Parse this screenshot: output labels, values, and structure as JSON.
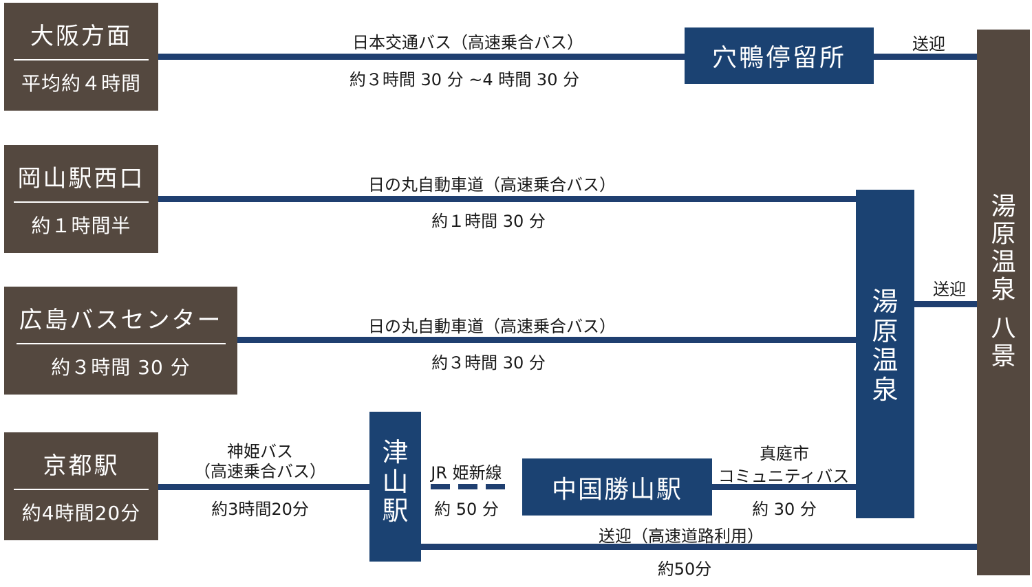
{
  "colors": {
    "origin_box": "#54483f",
    "station_box": "#1b4272",
    "route_line": "#1f3f70",
    "destination_box": "#54483f"
  },
  "origins": {
    "osaka": {
      "name": "大阪方面",
      "time": "平均約４時間"
    },
    "okayama": {
      "name": "岡山駅西口",
      "time": "約１時間半"
    },
    "hiroshima": {
      "name": "広島バスセンター",
      "time": "約３時間 30 分"
    },
    "kyoto": {
      "name": "京都駅",
      "time": "約4時間20分"
    }
  },
  "stations": {
    "anagamo": "穴鴨停留所",
    "yubara": [
      "湯",
      "原",
      "温",
      "泉"
    ],
    "tsuyama": [
      "津",
      "山",
      "駅"
    ],
    "katsuyama": "中国勝山駅"
  },
  "destination": {
    "name_chars": [
      "湯",
      "原",
      "温",
      "泉"
    ],
    "name_chars2": [
      "八",
      "景"
    ]
  },
  "routes": {
    "osaka": {
      "carrier": "日本交通バス（高速乗合バス）",
      "duration": "約３時間 30 分 ~4 時間 30 分",
      "transfer": "送迎"
    },
    "okayama": {
      "carrier": "日の丸自動車道（高速乗合バス）",
      "duration": "約１時間 30 分"
    },
    "hiroshima": {
      "carrier": "日の丸自動車道（高速乗合バス）",
      "duration": "約３時間 30 分"
    },
    "yubara_transfer": "送迎",
    "kyoto": {
      "carrier_line1": "神姫バス",
      "carrier_line2": "（高速乗合バス）",
      "duration": "約3時間20分"
    },
    "jr": {
      "carrier": "JR 姫新線",
      "duration": "約 50 分"
    },
    "community": {
      "carrier_line1": "真庭市",
      "carrier_line2": "コミュニティバス",
      "duration": "約 30 分"
    },
    "tsuyama_transfer": {
      "carrier": "送迎（高速道路利用）",
      "duration": "約50分"
    }
  }
}
